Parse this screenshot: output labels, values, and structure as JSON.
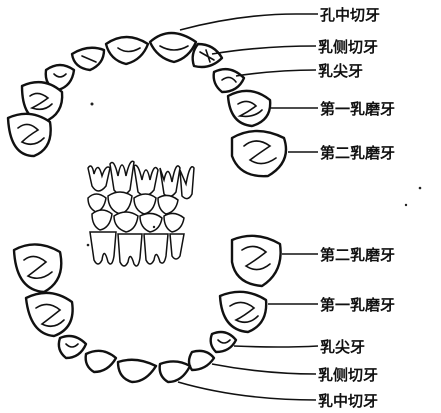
{
  "labels": {
    "upper": [
      "孔中切牙",
      "乳侧切牙",
      "乳尖牙",
      "第一乳磨牙",
      "第二乳磨牙"
    ],
    "lower": [
      "第二乳磨牙",
      "第一乳磨牙",
      "乳尖牙",
      "乳侧切牙",
      "乳中切牙"
    ]
  }
}
